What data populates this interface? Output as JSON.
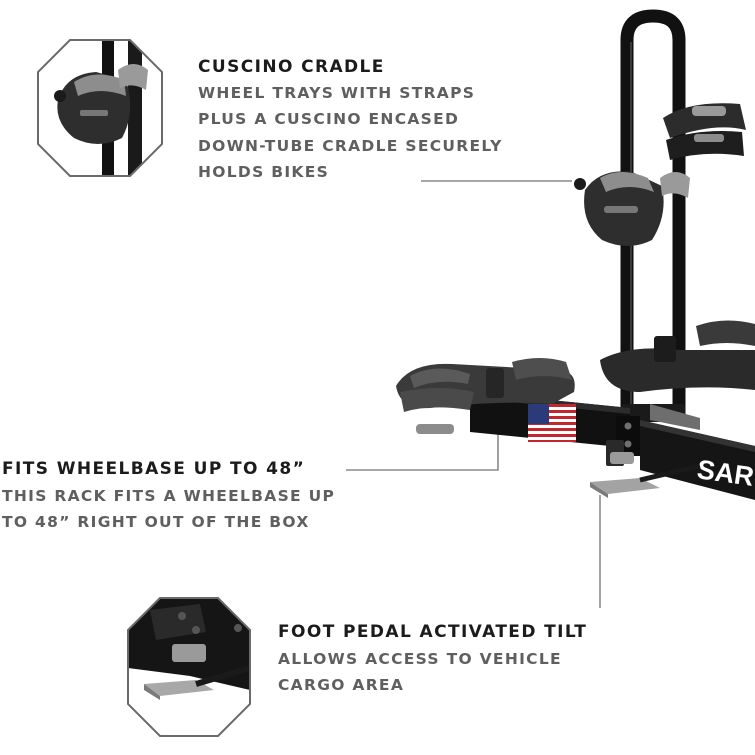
{
  "callouts": {
    "cradle": {
      "title": "CUSCINO CRADLE",
      "lines": [
        "WHEEL TRAYS WITH STRAPS",
        "PLUS A CUSCINO ENCASED",
        "DOWN-TUBE CRADLE SECURELY",
        "HOLDS BIKES"
      ]
    },
    "wheelbase": {
      "title": "FITS WHEELBASE UP TO 48”",
      "lines": [
        "THIS RACK FITS A WHEELBASE UP",
        "TO 48” RIGHT OUT OF THE BOX"
      ]
    },
    "pedal": {
      "title": "FOOT PEDAL ACTIVATED TILT",
      "lines": [
        "ALLOWS ACCESS TO VEHICLE",
        "CARGO AREA"
      ]
    }
  },
  "product": {
    "brand_partial": "SAR"
  },
  "colors": {
    "title_text": "#1b1b1b",
    "body_text": "#5f5f5f",
    "leader_line": "#8a8a8a",
    "rack_body": "#111111",
    "tray": "#3a3a3a",
    "grey_pad": "#9a9a9a"
  }
}
